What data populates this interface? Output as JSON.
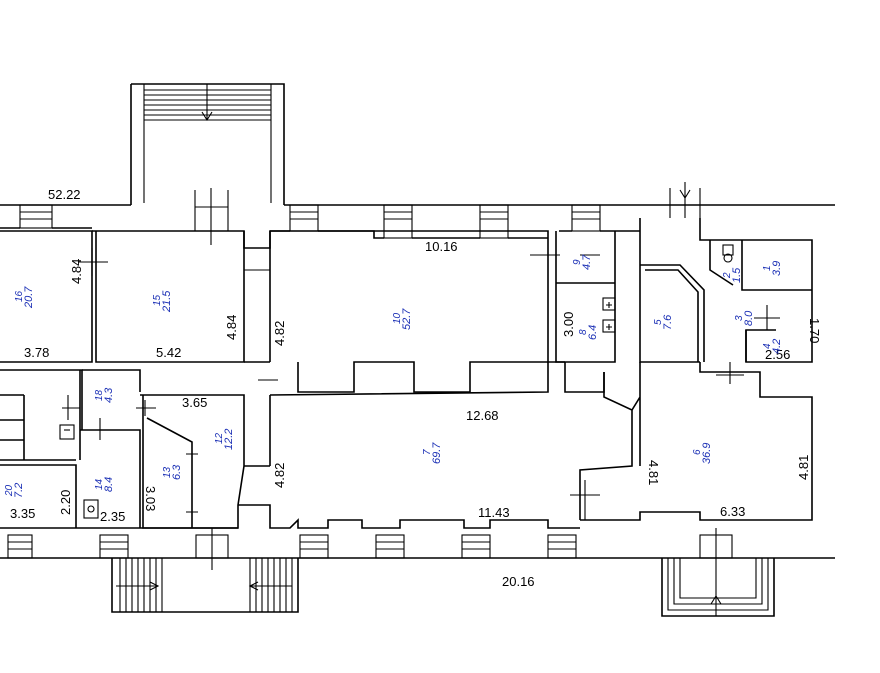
{
  "dimensions": {
    "overall_top": "52.22",
    "overall_bottom": "20.16",
    "d_4_84_left": "4.84",
    "d_3_78": "3.78",
    "d_5_42": "5.42",
    "d_4_84_mid": "4.84",
    "d_4_82_top": "4.82",
    "d_10_16": "10.16",
    "d_3_00": "3.00",
    "d_1_70": "1.70",
    "d_2_56": "2.56",
    "d_3_65": "3.65",
    "d_3_03": "3.03",
    "d_12_68": "12.68",
    "d_4_82_bot": "4.82",
    "d_11_43": "11.43",
    "d_4_81_left": "4.81",
    "d_4_81_right": "4.81",
    "d_6_33": "6.33",
    "d_3_35": "3.35",
    "d_2_20": "2.20",
    "d_2_35": "2.35"
  },
  "rooms": [
    {
      "num": "16",
      "area": "20.7"
    },
    {
      "num": "15",
      "area": "21.5"
    },
    {
      "num": "10",
      "area": "52.7"
    },
    {
      "num": "9",
      "area": "4.7"
    },
    {
      "num": "8",
      "area": "6.4"
    },
    {
      "num": "5",
      "area": "7.6"
    },
    {
      "num": "1",
      "area": "3.9"
    },
    {
      "num": "2",
      "area": "1.5"
    },
    {
      "num": "3",
      "area": "8.0"
    },
    {
      "num": "4",
      "area": "4.2"
    },
    {
      "num": "12",
      "area": "12.2"
    },
    {
      "num": "13",
      "area": "6.3"
    },
    {
      "num": "7",
      "area": "69.7"
    },
    {
      "num": "6",
      "area": "36.9"
    },
    {
      "num": "14",
      "area": "8.4"
    },
    {
      "num": "18",
      "area": "4.3"
    },
    {
      "num": "20",
      "area": "7.2"
    }
  ]
}
